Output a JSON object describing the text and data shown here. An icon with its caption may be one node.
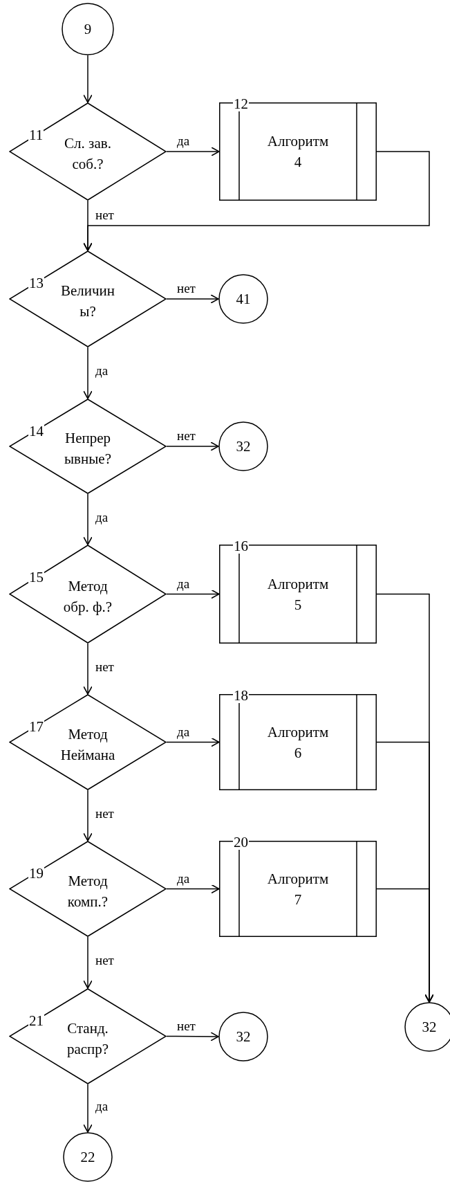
{
  "diagram": {
    "nodes": [
      {
        "text": [
          "9"
        ]
      },
      {
        "text": [
          "11",
          "Сл. зав. соб.?"
        ]
      },
      {
        "text": [
          "12",
          "Алгоритм 4"
        ]
      },
      {
        "text": [
          "13",
          "Величин ы?"
        ]
      },
      {
        "text": [
          "41"
        ]
      },
      {
        "text": [
          "14",
          "Непрер ывные?"
        ]
      },
      {
        "text": [
          "32"
        ]
      },
      {
        "text": [
          "15",
          "Метод обр. ф.?"
        ]
      },
      {
        "text": [
          "16",
          "Алгоритм 5"
        ]
      },
      {
        "text": [
          "17",
          "Метод Неймана"
        ]
      },
      {
        "text": [
          "18",
          "Алгоритм 6"
        ]
      },
      {
        "text": [
          "19",
          "Метод комп.?"
        ]
      },
      {
        "text": [
          "20",
          "Алгоритм 7"
        ]
      },
      {
        "text": [
          "32"
        ]
      },
      {
        "text": [
          "21",
          "Станд. распр?"
        ]
      },
      {
        "text": [
          "32"
        ]
      },
      {
        "text": [
          "22"
        ]
      }
    ],
    "edges": [
      {
        "from": 0,
        "to": 1,
        "arrow": "to"
      },
      {
        "from": 1,
        "to": 2,
        "arrow": "to",
        "label": "да"
      },
      {
        "from": 1,
        "to": 3,
        "arrow": "to",
        "label": "нет"
      },
      {
        "from": 2,
        "to": 3,
        "arrow": "to"
      },
      {
        "from": 3,
        "to": 4,
        "arrow": "to",
        "label": "нет"
      },
      {
        "from": 3,
        "to": 5,
        "arrow": "to",
        "label": "да"
      },
      {
        "from": 5,
        "to": 6,
        "arrow": "to",
        "label": "нет"
      },
      {
        "from": 5,
        "to": 7,
        "arrow": "to",
        "label": "да"
      },
      {
        "from": 7,
        "to": 8,
        "arrow": "to",
        "label": "да"
      },
      {
        "from": 7,
        "to": 9,
        "arrow": "to",
        "label": "нет"
      },
      {
        "from": 8,
        "to": 13,
        "arrow": "to"
      },
      {
        "from": 9,
        "to": 10,
        "arrow": "to",
        "label": "да"
      },
      {
        "from": 10,
        "to": 13,
        "arrow": "to"
      },
      {
        "from": 9,
        "to": 11,
        "arrow": "to",
        "label": "нет"
      },
      {
        "from": 11,
        "to": 12,
        "arrow": "to",
        "label": "да"
      },
      {
        "from": 12,
        "to": 13,
        "arrow": "to"
      },
      {
        "from": 11,
        "to": 14,
        "arrow": "to",
        "label": "нет"
      },
      {
        "from": 14,
        "to": 15,
        "arrow": "to",
        "label": "нет"
      },
      {
        "from": 14,
        "to": 16,
        "arrow": "to",
        "label": "да"
      }
    ]
  }
}
